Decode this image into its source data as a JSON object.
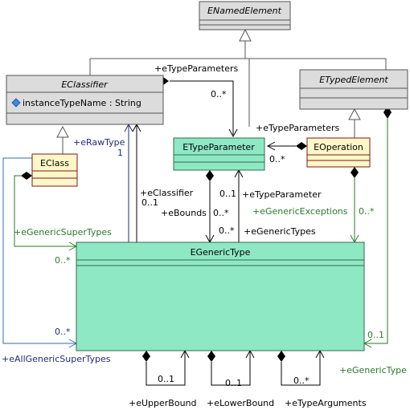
{
  "colors": {
    "abstract_fill": "#dcdcdc",
    "green_fill": "#8fe8c4",
    "yellow_fill": "#fff7c8",
    "class_border": "#7a1a1a",
    "green_border": "#2f6b50",
    "line_gray": "#555555",
    "green_label": "#2a7a2a",
    "navy_label": "#1f2a7a",
    "blue_line": "#2f6fa8",
    "diamond": "#000000"
  },
  "classes": {
    "enamed_element": "ENamedElement",
    "eclassifier": "EClassifier",
    "eclassifier_attr": "instanceTypeName : String",
    "etyped_element": "ETypedElement",
    "eclass": "EClass",
    "etype_parameter": "ETypeParameter",
    "eoperation": "EOperation",
    "egeneric_type": "EGenericType"
  },
  "labels": {
    "etypeparameters_top": "+eTypeParameters",
    "mult_0star_top": "0..*",
    "etypeparameters_op": "+eTypeParameters",
    "mult_0star_op": "0..*",
    "erawtype": "+eRawType",
    "mult_1": "1",
    "eclassifier_role": "+eClassifier",
    "mult_01_classifier": "0..1",
    "mult_01_typeparam": "0..1",
    "etypeparameter_role": "+eTypeParameter",
    "ebounds": "+eBounds",
    "mult_0star_bounds": "0..*",
    "mult_0star_generic": "0..*",
    "egenerictypes": "+eGenericTypes",
    "egenericexceptions": "+eGenericExceptions",
    "mult_0star_exc": "0..*",
    "egenericsupertypes": "+eGenericSuperTypes",
    "mult_0star_super": "0..*",
    "mult_0star_all": "0..*",
    "eallgenericsupertypes": "+eAllGenericSuperTypes",
    "mult_01_type": "0..1",
    "egenerictype": "+eGenericType",
    "mult_01_upper": "0..1",
    "eupperbound": "+eUpperBound",
    "mult_01_lower": "0..1",
    "elowerbound": "+eLowerBound",
    "mult_0star_args": "0..*",
    "etypearguments": "+eTypeArguments"
  }
}
